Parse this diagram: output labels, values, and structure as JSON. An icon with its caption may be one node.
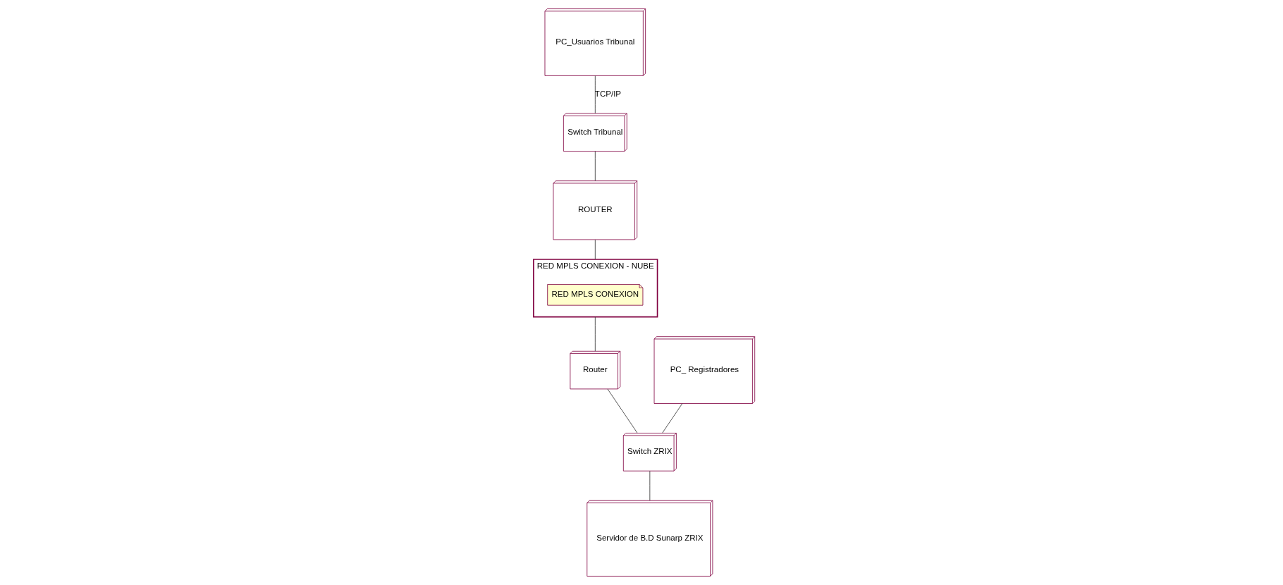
{
  "diagram": {
    "nodes": [
      {
        "text": [
          "PC_Usuarios Tribunal"
        ]
      },
      {
        "text": [
          "PC_ Registradores"
        ]
      },
      {
        "text": [
          "Servidor de B.D Sunarp ZRIX"
        ]
      },
      {
        "text": [
          "Router"
        ]
      },
      {
        "text": [
          "Switch ZRIX"
        ]
      },
      {
        "text": [
          "Switch Tribunal"
        ]
      },
      {
        "text": [
          "ROUTER"
        ]
      },
      {
        "text": [
          "RED MPLS CONEXION - NUBE"
        ]
      },
      {
        "text": [
          "RED MPLS CONEXION"
        ],
        "in": 7
      }
    ],
    "edges": [
      {
        "from": 0,
        "to": 5,
        "arrow": "none",
        "label": "TCP/IP"
      },
      {
        "from": 5,
        "to": 6,
        "arrow": "none"
      },
      {
        "from": 6,
        "to": 7,
        "arrow": "none"
      },
      {
        "from": 7,
        "to": 3,
        "arrow": "none"
      },
      {
        "from": 3,
        "to": 4,
        "arrow": "none"
      },
      {
        "from": 1,
        "to": 4,
        "arrow": "none"
      },
      {
        "from": 4,
        "to": 2,
        "arrow": "none"
      }
    ]
  }
}
